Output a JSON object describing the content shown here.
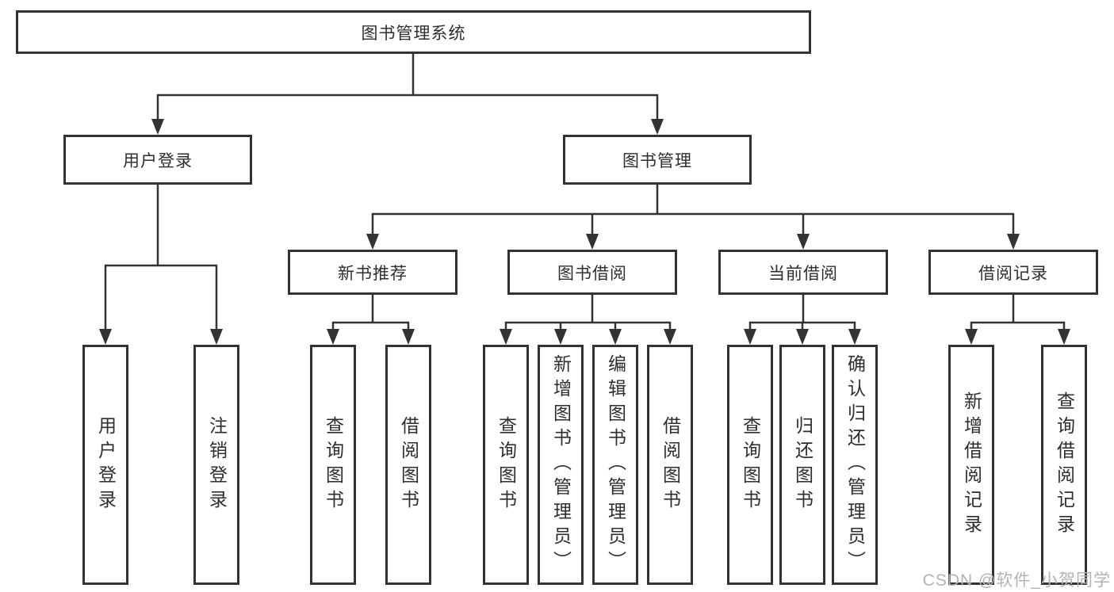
{
  "tree": {
    "root": {
      "label": "图书管理系统"
    },
    "branches": [
      {
        "label": "用户登录",
        "children": [
          {
            "label": "用户登录"
          },
          {
            "label": "注销登录"
          }
        ]
      },
      {
        "label": "图书管理",
        "children": [
          {
            "label": "新书推荐",
            "children": [
              {
                "label": "查询图书"
              },
              {
                "label": "借阅图书"
              }
            ]
          },
          {
            "label": "图书借阅",
            "children": [
              {
                "label": "查询图书"
              },
              {
                "label": "新增图书（管理员）"
              },
              {
                "label": "编辑图书（管理员）"
              },
              {
                "label": "借阅图书"
              }
            ]
          },
          {
            "label": "当前借阅",
            "children": [
              {
                "label": "查询图书"
              },
              {
                "label": "归还图书"
              },
              {
                "label": "确认归还（管理员）"
              }
            ]
          },
          {
            "label": "借阅记录",
            "children": [
              {
                "label": "新增借阅记录"
              },
              {
                "label": "查询借阅记录"
              }
            ]
          }
        ]
      }
    ]
  },
  "watermark": "CSDN @软件_小贺同学",
  "colors": {
    "line": "#333333",
    "box_border": "#333333",
    "text": "#2e2e2e",
    "watermark": "#b3b3b3",
    "background": "#ffffff"
  }
}
